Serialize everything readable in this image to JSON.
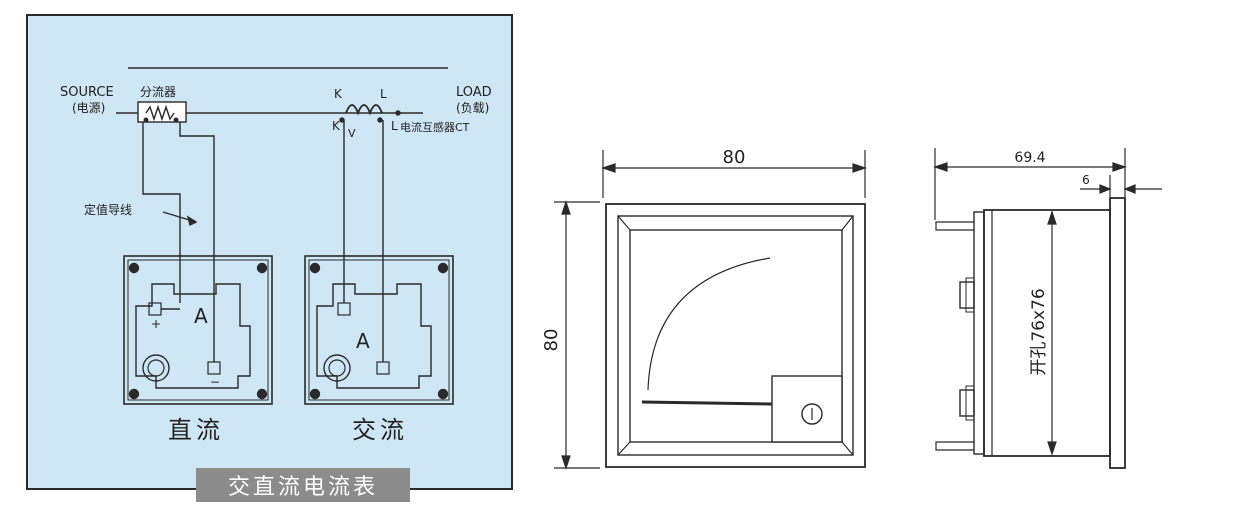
{
  "wiring": {
    "source_label": "SOURCE",
    "source_cn": "(电源)",
    "shunt_label": "分流器",
    "load_label": "LOAD",
    "load_cn": "(负载)",
    "ct_label": "电流互感器CT",
    "ct_k_top": "K",
    "ct_l_top": "L",
    "ct_k_bottom": "K",
    "ct_v": "V",
    "ct_l_bottom": "L",
    "lead_label": "定值导线",
    "dc_meter_symbol": "A",
    "dc_plus": "+",
    "dc_minus": "−",
    "ac_meter_symbol": "A",
    "dc_caption": "直流",
    "ac_caption": "交流",
    "banner": "交直流电流表"
  },
  "front_view": {
    "width_dim": "80",
    "height_dim": "80"
  },
  "side_view": {
    "depth_dim": "69.4",
    "flange_dim": "6",
    "cutout_label": "开孔76x76"
  },
  "colors": {
    "panel_bg": "#cfe6f4",
    "line": "#2a2a2a",
    "banner_bg": "#8c8c8c"
  }
}
